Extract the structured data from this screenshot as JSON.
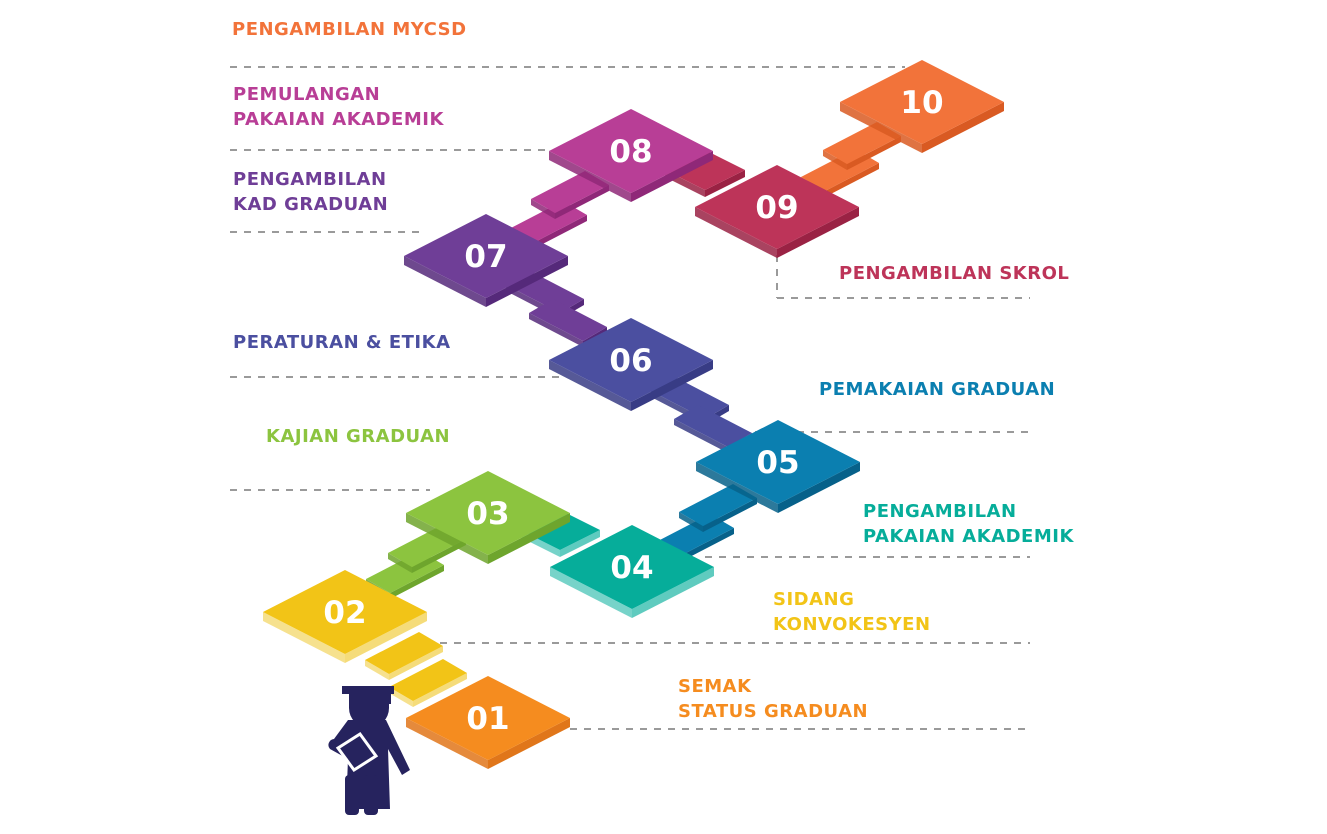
{
  "title": "Graduation steps",
  "steps": [
    {
      "number": "01",
      "label_lines": [
        "SEMAK",
        "STATUS GRADUAN"
      ],
      "color": "#f58c1f",
      "side": "#e0761a"
    },
    {
      "number": "02",
      "label_lines": [
        "SIDANG",
        "KONVOKESYEN"
      ],
      "color": "#f2c417",
      "side": "#f5dc7a"
    },
    {
      "number": "03",
      "label_lines": [
        "KAJIAN GRADUAN"
      ],
      "color": "#8cc43f",
      "side": "#6ea52d"
    },
    {
      "number": "04",
      "label_lines": [
        "PENGAMBILAN",
        "PAKAIAN AKADEMIK"
      ],
      "color": "#06ad9a",
      "side": "#5fcbbf"
    },
    {
      "number": "05",
      "label_lines": [
        "PEMAKAIAN GRADUAN"
      ],
      "color": "#0b7fb0",
      "side": "#07618a"
    },
    {
      "number": "06",
      "label_lines": [
        "PERATURAN & ETIKA"
      ],
      "color": "#4b4fa0",
      "side": "#383c85"
    },
    {
      "number": "07",
      "label_lines": [
        "PENGAMBILAN",
        "KAD GRADUAN"
      ],
      "color": "#6f3e97",
      "side": "#55297a"
    },
    {
      "number": "08",
      "label_lines": [
        "PEMULANGAN",
        "PAKAIAN AKADEMIK"
      ],
      "color": "#b83e96",
      "side": "#8f2878"
    },
    {
      "number": "09",
      "label_lines": [
        "PENGAMBILAN SKROL"
      ],
      "color": "#bd3459",
      "side": "#9a2244"
    },
    {
      "number": "10",
      "label_lines": [
        "PENGAMBILAN MYCSD"
      ],
      "color": "#f2733a",
      "side": "#d95a22"
    }
  ],
  "label_colors": {
    "01": "#f58c1f",
    "02": "#f2c417",
    "03": "#8cc43f",
    "04": "#06ad9a",
    "05": "#0b7fb0",
    "06": "#4b4fa0",
    "07": "#6f3e97",
    "08": "#b83e96",
    "09": "#bd3459",
    "10": "#f2733a"
  },
  "figure_color": "#26235e",
  "dash_color": "#9a9a9a"
}
